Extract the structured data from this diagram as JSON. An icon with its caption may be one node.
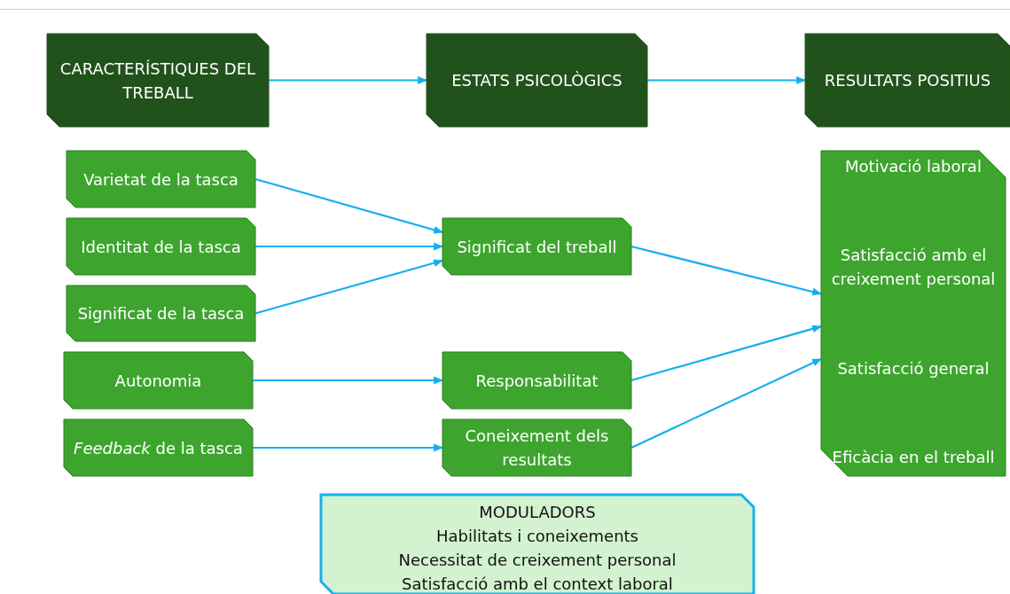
{
  "diagram": {
    "nodes": [
      {
        "text": [
          "CARACTERÍSTIQUES DEL TREBALL"
        ]
      },
      {
        "text": [
          "ESTATS PSICOLÒGICS"
        ]
      },
      {
        "text": [
          "RESULTATS POSITIUS"
        ]
      },
      {
        "text": [
          "Varietat de la tasca"
        ]
      },
      {
        "text": [
          "Identitat de la tasca"
        ]
      },
      {
        "text": [
          "Significat de la tasca"
        ]
      },
      {
        "text": [
          "Autonomia"
        ]
      },
      {
        "text": [
          "*Feedback* de la tasca"
        ]
      },
      {
        "text": [
          "Significat del treball"
        ]
      },
      {
        "text": [
          "Responsabilitat"
        ]
      },
      {
        "text": [
          "Coneixement dels resultats"
        ]
      },
      {
        "text": [
          "Motivació laboral",
          "Satisfacció amb el creixement personal",
          "Satisfacció general",
          "Eficàcia en el treball"
        ]
      },
      {
        "text": [
          "MODULADORS",
          "Habilitats i coneixements",
          "Necessitat de creixement personal",
          "Satisfacció amb el context laboral"
        ]
      }
    ],
    "edges": [
      {
        "from": 0,
        "to": 1,
        "arrow": "to"
      },
      {
        "from": 1,
        "to": 2,
        "arrow": "to"
      },
      {
        "from": 3,
        "to": 8,
        "arrow": "to"
      },
      {
        "from": 4,
        "to": 8,
        "arrow": "to"
      },
      {
        "from": 5,
        "to": 8,
        "arrow": "to"
      },
      {
        "from": 6,
        "to": 9,
        "arrow": "to"
      },
      {
        "from": 7,
        "to": 10,
        "arrow": "to"
      },
      {
        "from": 8,
        "to": 11,
        "arrow": "to"
      },
      {
        "from": 9,
        "to": 11,
        "arrow": "to"
      },
      {
        "from": 10,
        "to": 11,
        "arrow": "to"
      }
    ]
  }
}
